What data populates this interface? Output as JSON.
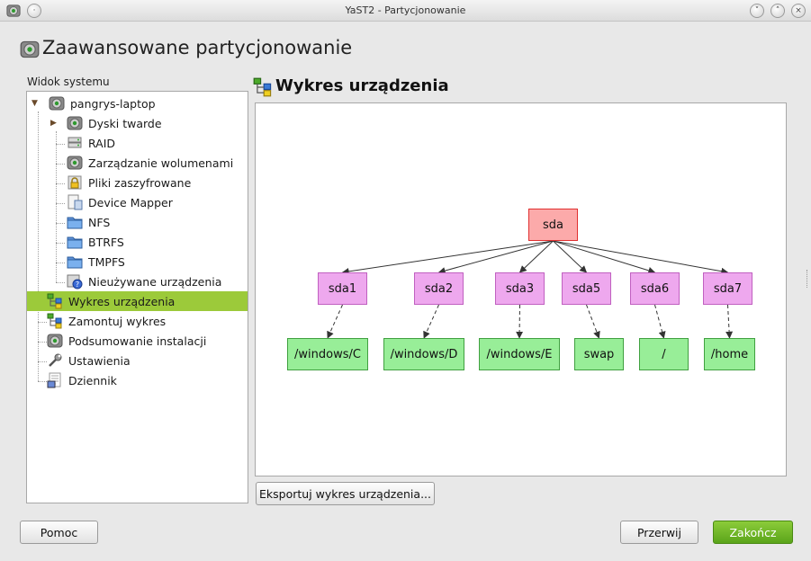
{
  "window": {
    "title": "YaST2 - Partycjonowanie",
    "controls": [
      "chevron-down-icon",
      "chevron-up-icon",
      "close-icon"
    ]
  },
  "header": {
    "title": "Zaawansowane partycjonowanie",
    "icon": "disk-icon"
  },
  "sidebar": {
    "label": "Widok systemu",
    "items": [
      {
        "label": "pangrys-laptop",
        "icon": "computer-disk-icon",
        "expanded": true
      },
      {
        "label": "Dyski twarde",
        "icon": "hard-disk-icon",
        "expanded": false
      },
      {
        "label": "RAID",
        "icon": "raid-icon"
      },
      {
        "label": "Zarządzanie wolumenami",
        "icon": "lvm-icon"
      },
      {
        "label": "Pliki zaszyfrowane",
        "icon": "lock-icon"
      },
      {
        "label": "Device Mapper",
        "icon": "device-mapper-icon"
      },
      {
        "label": "NFS",
        "icon": "folder-icon"
      },
      {
        "label": "BTRFS",
        "icon": "folder-icon"
      },
      {
        "label": "TMPFS",
        "icon": "folder-icon"
      },
      {
        "label": "Nieużywane urządzenia",
        "icon": "unused-device-icon"
      },
      {
        "label": "Wykres urządzenia",
        "icon": "graph-icon",
        "selected": true
      },
      {
        "label": "Zamontuj wykres",
        "icon": "graph-icon"
      },
      {
        "label": "Podsumowanie instalacji",
        "icon": "summary-disk-icon"
      },
      {
        "label": "Ustawienia",
        "icon": "wrench-icon"
      },
      {
        "label": "Dziennik",
        "icon": "log-icon"
      }
    ]
  },
  "main": {
    "title": "Wykres urządzenia",
    "export_button": "Eksportuj wykres urządzenia...",
    "graph": {
      "root": "sda",
      "partitions": [
        "sda1",
        "sda2",
        "sda3",
        "sda5",
        "sda6",
        "sda7"
      ],
      "mounts": [
        "/windows/C",
        "/windows/D",
        "/windows/E",
        "swap",
        "/",
        "/home"
      ]
    }
  },
  "footer": {
    "help": "Pomoc",
    "abort": "Przerwij",
    "finish": "Zakończ"
  },
  "colors": {
    "disk_fill": "#fcaaaa",
    "disk_border": "#e03030",
    "partition_fill": "#eea8ee",
    "partition_border": "#c060c0",
    "mount_fill": "#98ee98",
    "mount_border": "#40a040",
    "selection": "#9cca3a",
    "finish_button": "#6cb424"
  }
}
